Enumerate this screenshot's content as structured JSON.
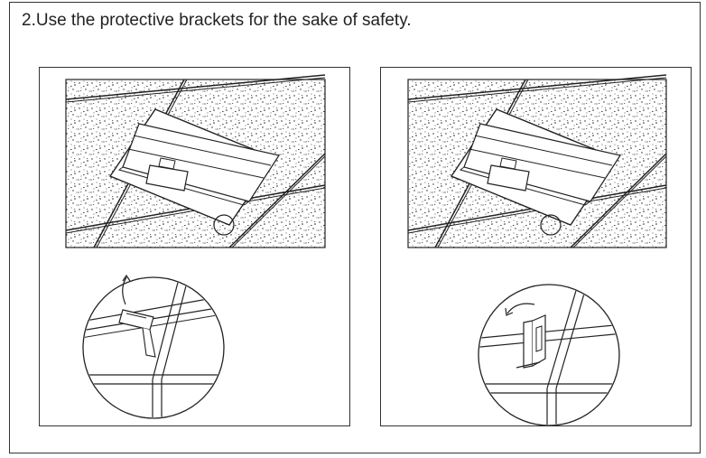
{
  "instruction": {
    "text": "2.Use the protective brackets for the sake of safety."
  },
  "colors": {
    "line": "#222222",
    "border": "#333333",
    "background": "#ffffff"
  },
  "panels": [
    {
      "id": "before",
      "bracket_state": "flat",
      "arrow": "upward"
    },
    {
      "id": "after",
      "bracket_state": "upright",
      "arrow": "leftward"
    }
  ]
}
